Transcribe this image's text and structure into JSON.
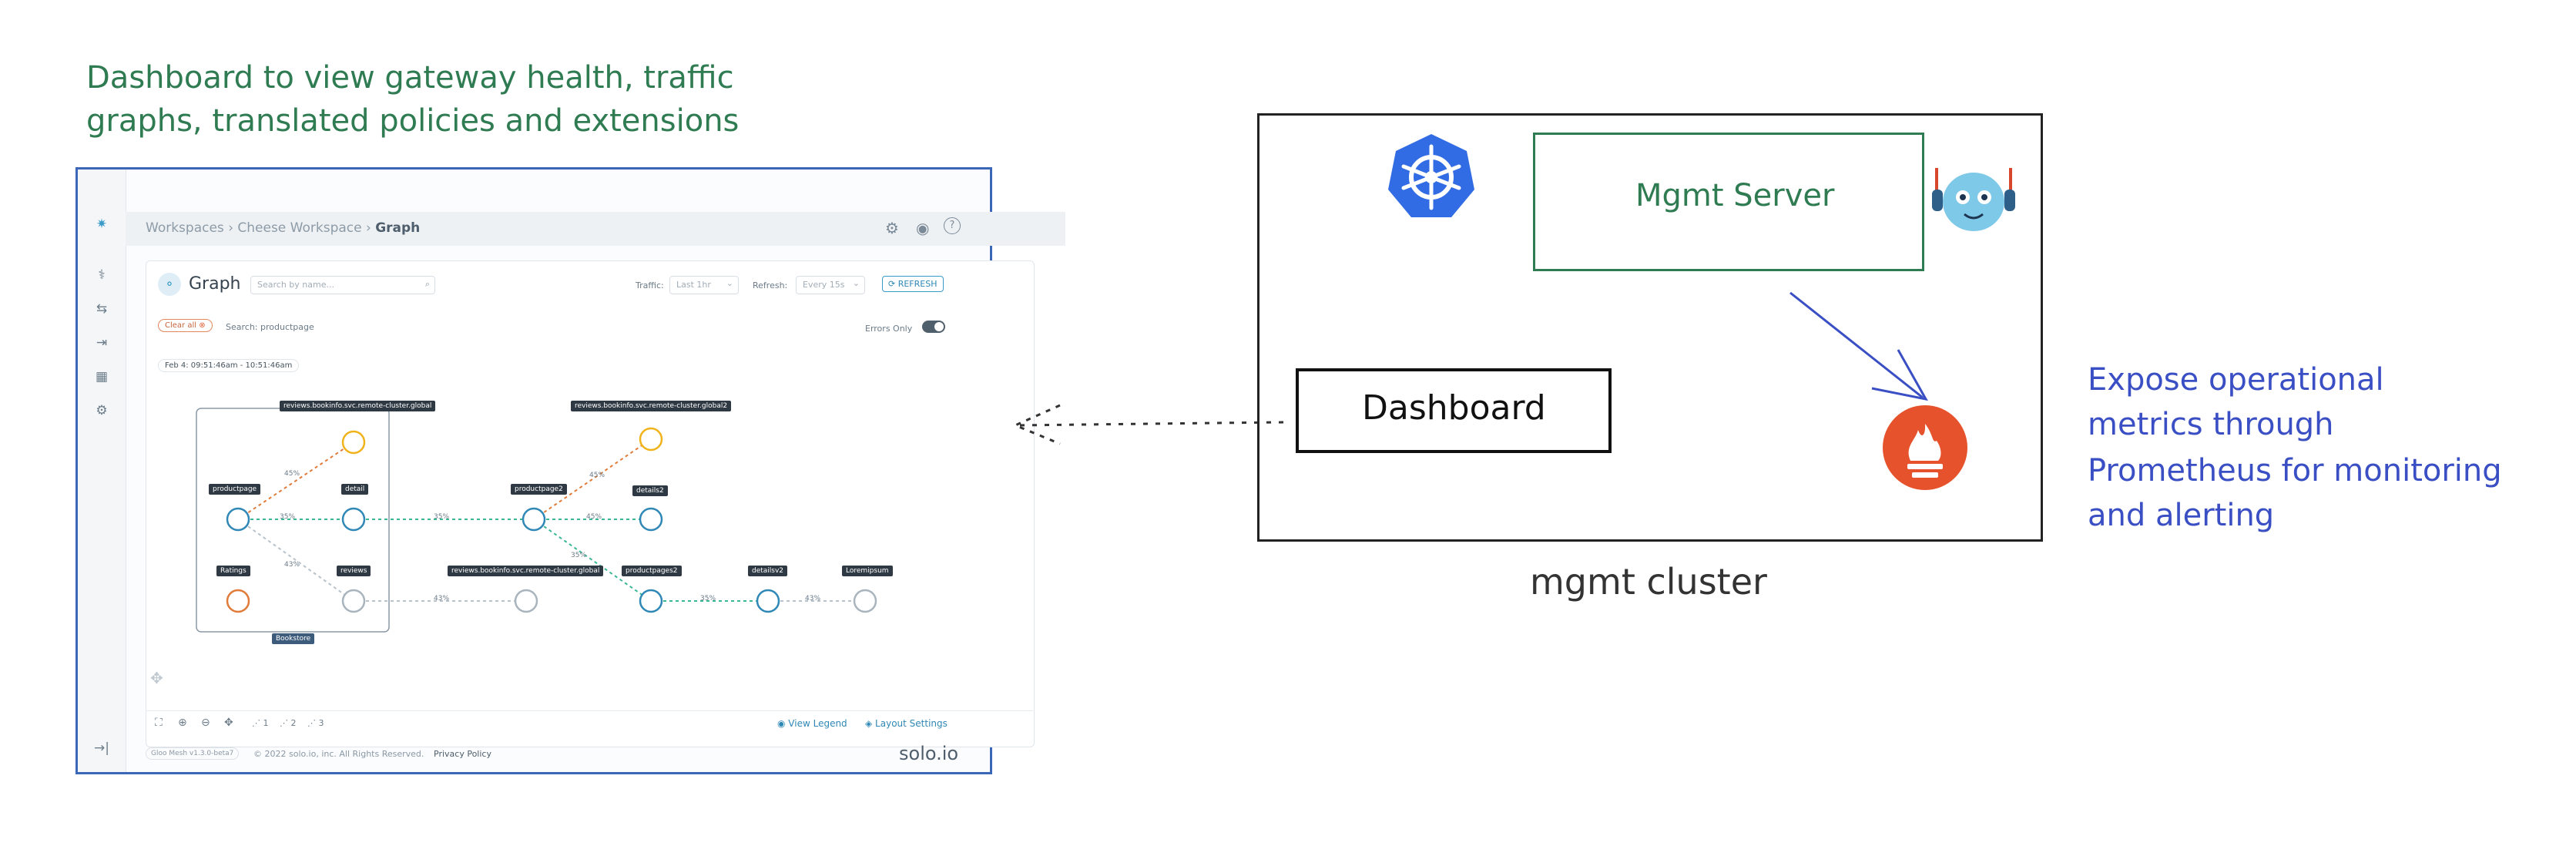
{
  "annotations": {
    "dashboard_caption_line1": "Dashboard to view gateway health, traffic",
    "dashboard_caption_line2": "graphs, translated policies and extensions",
    "prometheus_caption_line1": "Expose operational",
    "prometheus_caption_line2": "metrics through",
    "prometheus_caption_line3": "Prometheus for monitoring",
    "prometheus_caption_line4": "and alerting",
    "cluster_label": "mgmt cluster"
  },
  "boxes": {
    "mgmt_server": "Mgmt Server",
    "dashboard": "Dashboard"
  },
  "icons": {
    "kubernetes": "kubernetes-icon",
    "mascot": "mascot-icon",
    "prometheus": "prometheus-icon"
  },
  "colors": {
    "caption_green": "#2f7b52",
    "caption_blue": "#3b4fc4",
    "kubernetes_blue": "#326ce5",
    "prometheus_orange": "#e6522c",
    "frame_blue": "#3a67b8"
  },
  "screenshot": {
    "breadcrumb": [
      "Workspaces",
      "Cheese Workspace",
      "Graph"
    ],
    "title": "Graph",
    "search_placeholder": "Search by name...",
    "traffic_label": "Traffic:",
    "traffic_value": "Last 1hr",
    "refresh_label": "Refresh:",
    "refresh_value": "Every 15s",
    "refresh_button": "REFRESH",
    "clear_all": "Clear all",
    "search_filter": "Search: productpage",
    "errors_only": "Errors Only",
    "time_range": "Feb 4: 09:51:46am - 10:51:46am",
    "nodes": {
      "productpage": "productpage",
      "detail": "detail",
      "ratings": "Ratings",
      "reviews": "reviews",
      "reviews_global_1": "reviews.bookinfo.svc.remote-cluster.global",
      "reviews_global_2": "reviews.bookinfo.svc.remote-cluster.global2",
      "productpage2": "productpage2",
      "details2": "details2",
      "reviews_global_3": "reviews.bookinfo.svc.remote-cluster.global",
      "productpages2": "productpages2",
      "detailsv2": "detailsv2",
      "loremipsum": "Loremipsum",
      "bookstore": "Bookstore"
    },
    "edge_labels": [
      "45%",
      "35%",
      "35%",
      "45%",
      "45%",
      "43%",
      "43%",
      "35%",
      "43%",
      "35%"
    ],
    "toolbar": {
      "view_legend": "View Legend",
      "layout_settings": "Layout Settings",
      "graph1": "1",
      "graph2": "2",
      "graph3": "3"
    },
    "footer": {
      "version": "Gloo Mesh v1.3.0-beta7",
      "copyright": "© 2022 solo.io, inc. All Rights Reserved.",
      "privacy": "Privacy Policy",
      "brand": "solo.io"
    }
  }
}
